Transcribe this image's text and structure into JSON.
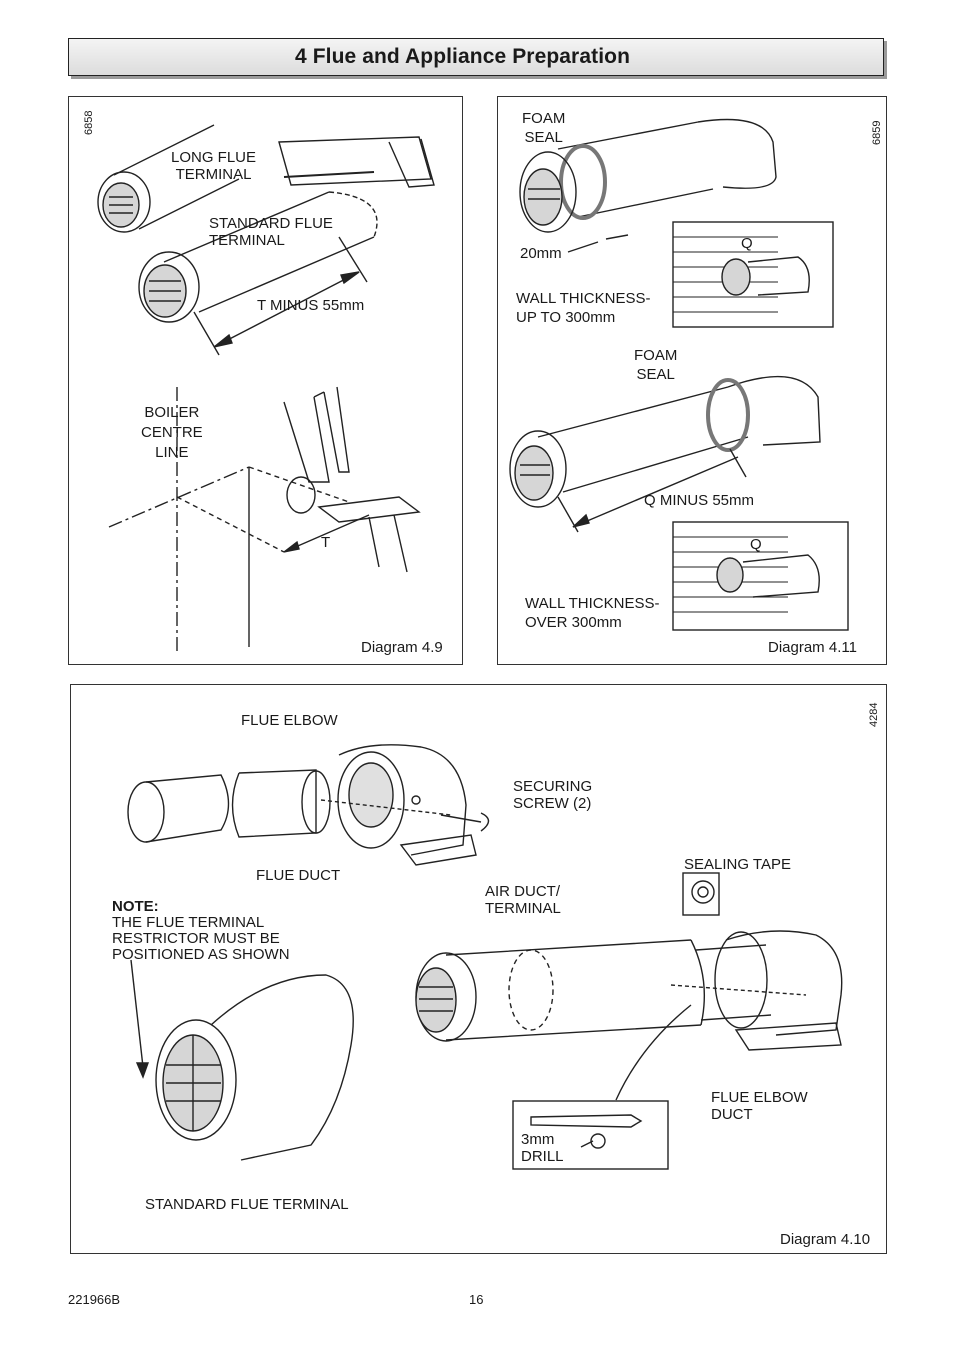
{
  "header": {
    "title": "4 Flue and Appliance Preparation"
  },
  "diagram_4_9": {
    "code": "6858",
    "long_flue": "LONG FLUE\nTERMINAL",
    "standard_flue": "STANDARD FLUE\nTERMINAL",
    "t_minus": "T MINUS 55mm",
    "boiler_centre": "BOILER\nCENTRE\nLINE",
    "t_label": "T",
    "caption": "Diagram 4.9"
  },
  "diagram_4_11": {
    "code": "6859",
    "foam_seal_1": "FOAM\nSEAL",
    "dim_20": "20mm",
    "wall_up": "WALL THICKNESS-\nUP TO 300mm",
    "q1": "Q",
    "foam_seal_2": "FOAM\nSEAL",
    "q_minus": "Q MINUS 55mm",
    "q2": "Q",
    "wall_over": "WALL THICKNESS-\nOVER 300mm",
    "caption": "Diagram 4.11"
  },
  "diagram_4_10": {
    "code": "4284",
    "flue_elbow": "FLUE ELBOW",
    "securing_screw": "SECURING\nSCREW (2)",
    "flue_duct": "FLUE DUCT",
    "sealing_tape": "SEALING TAPE",
    "note_title": "NOTE:",
    "note_body": "THE FLUE TERMINAL\nRESTRICTOR MUST BE\nPOSITIONED AS SHOWN",
    "air_duct": "AIR DUCT/\nTERMINAL",
    "flue_elbow_duct": "FLUE ELBOW\nDUCT",
    "drill": "3mm\nDRILL",
    "standard_terminal": "STANDARD FLUE TERMINAL",
    "caption": "Diagram 4.10"
  },
  "footer": {
    "doc_code": "221966B",
    "page_number": "16"
  }
}
